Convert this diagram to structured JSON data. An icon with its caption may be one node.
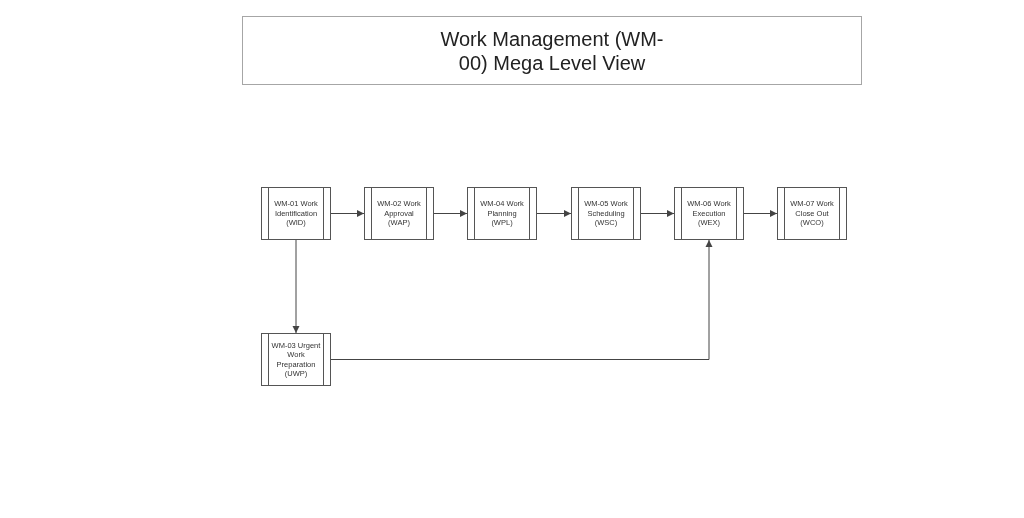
{
  "diagram": {
    "title": "Work Management (WM-00) Mega Level View",
    "nodes": [
      {
        "text": [
          "WM-01 Work Identification (WID)"
        ]
      },
      {
        "text": [
          "WM-02 Work Approval (WAP)"
        ]
      },
      {
        "text": [
          "WM-04 Work Planning (WPL)"
        ]
      },
      {
        "text": [
          "WM-05 Work Scheduling (WSC)"
        ]
      },
      {
        "text": [
          "WM-06 Work Execution (WEX)"
        ]
      },
      {
        "text": [
          "WM-07 Work Close Out (WCO)"
        ]
      },
      {
        "text": [
          "WM-03 Urgent Work Preparation (UWP)"
        ]
      }
    ],
    "edges": [
      {
        "from": 0,
        "to": 1,
        "arrow": "to"
      },
      {
        "from": 1,
        "to": 2,
        "arrow": "to"
      },
      {
        "from": 2,
        "to": 3,
        "arrow": "to"
      },
      {
        "from": 3,
        "to": 4,
        "arrow": "to"
      },
      {
        "from": 4,
        "to": 5,
        "arrow": "to"
      },
      {
        "from": 0,
        "to": 6,
        "arrow": "to"
      },
      {
        "from": 6,
        "to": 4,
        "arrow": "to"
      }
    ]
  }
}
